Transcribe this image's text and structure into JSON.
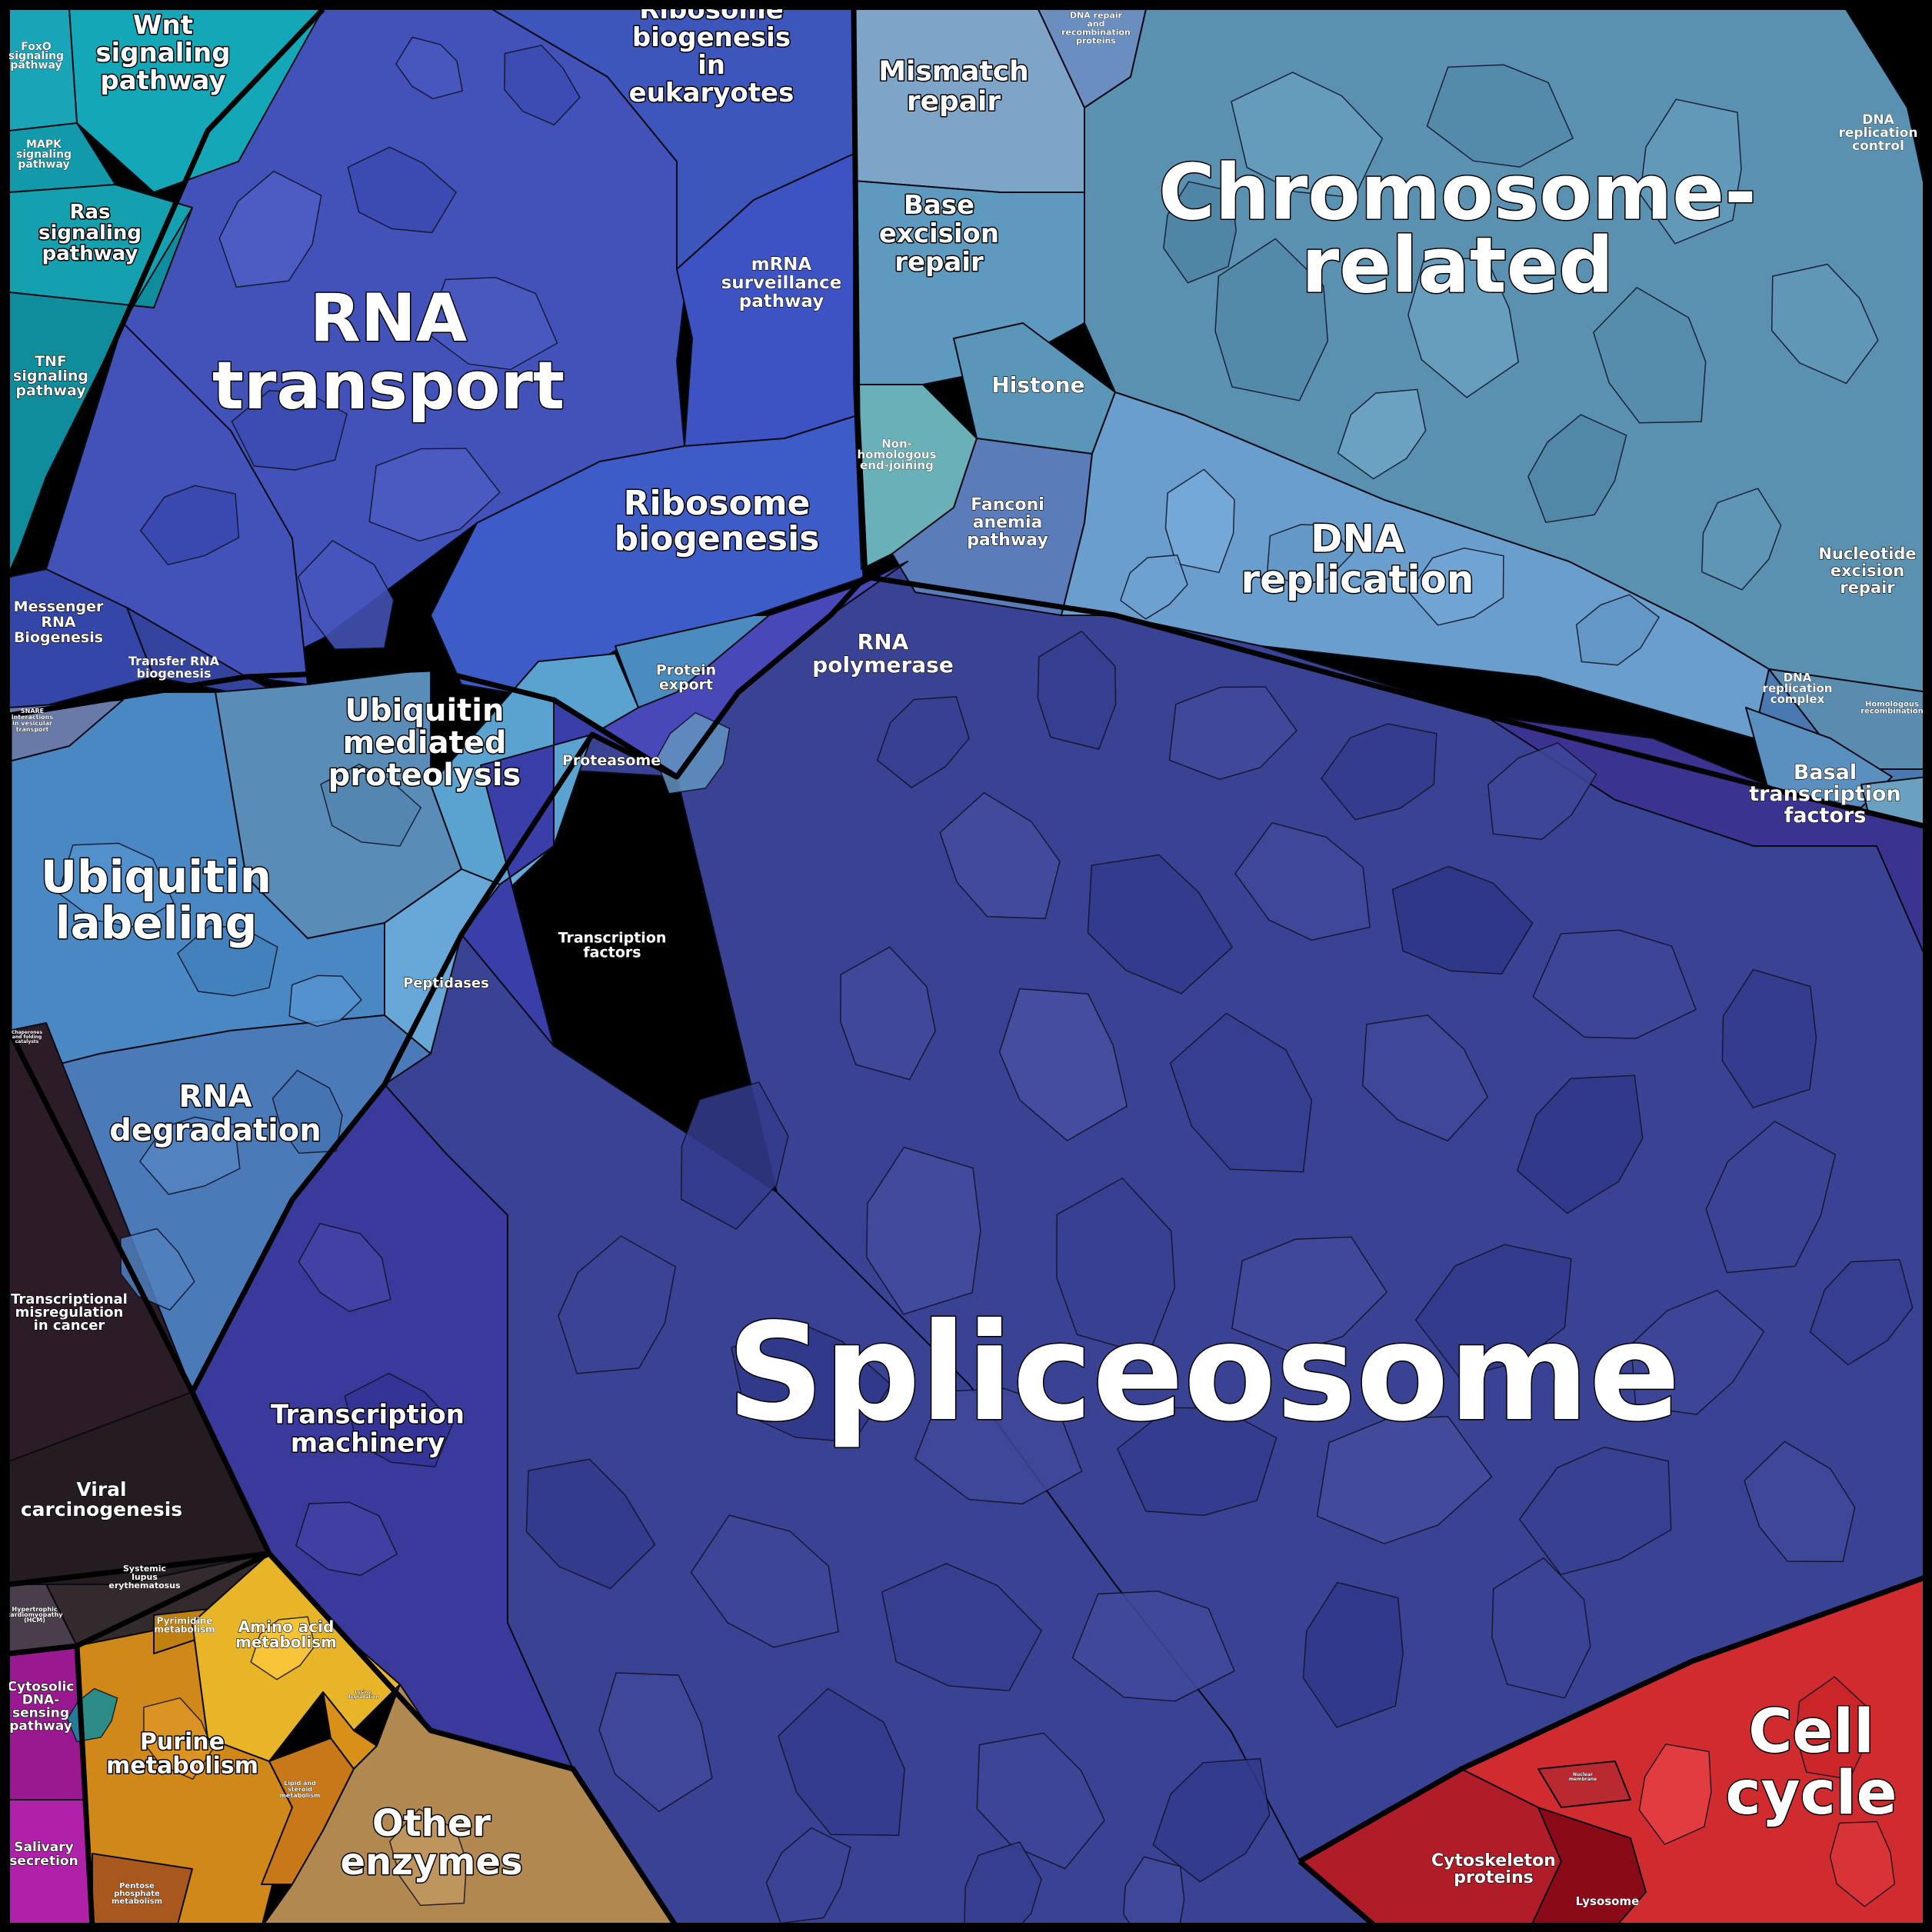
{
  "colors": {
    "spliceosome": "#3a4294",
    "rna_transport": "#4252b8",
    "ribosome_biogenesis_euk": "#3c56bc",
    "mrna_surveillance": "#3d53c4",
    "ribosome_biogenesis": "#3e5cc8",
    "messenger_rna": "#3446a8",
    "transfer_rna": "#34439e",
    "wnt": "#13a7b8",
    "foxo": "#1aa4b8",
    "mapk": "#129aaa",
    "ras": "#15a0b0",
    "tnf": "#0f8d9c",
    "chromosome": "#5a90b0",
    "mismatch": "#7ea4c8",
    "dna_repair_recomb": "#6a8ec0",
    "base_excision": "#5e9ac0",
    "histone": "#5a96b8",
    "nonhomologous": "#6ab0b8",
    "fanconi": "#5a7cb8",
    "dna_replication": "#6a9ecc",
    "dna_replication_control": "#5a8cb0",
    "nucleotide_excision": "#4a78b0",
    "dna_replication_complex": "#5a90c0",
    "homologous": "#6aa0c0",
    "rna_polymerase": "#4848b8",
    "protein_export": "#4a8cc0",
    "proteasome": "#5aa2d0",
    "ubiquitin_mediated": "#5a8cb8",
    "ubiquitin_labeling": "#4a88c4",
    "snare": "#6a7aa8",
    "peptidases": "#68a8d8",
    "rna_degradation": "#4a7ab8",
    "transcription_factors": "#3a3ea8",
    "transcription_machinery": "#3a3a9c",
    "basal_transcription": "#3a3490",
    "transcriptional_misreg": "#2c1c28",
    "viral_carcino": "#241c20",
    "systemic_lupus": "#322a2c",
    "hcm": "#4a3e4c",
    "cytosolic_dna": "#9a1890",
    "salivary": "#b020a8",
    "purine": "#d08818",
    "pyrimidine": "#c08010",
    "amino_acid": "#e8b428",
    "lysine": "#d89018",
    "lipid_steroid": "#c87818",
    "pentose": "#a8581c",
    "other_enzymes": "#b08850",
    "cell_cycle": "#d02c30",
    "cytoskeleton": "#b01c28",
    "lysosome": "#8a0a18",
    "nuclear_membrane": "#b82a30"
  },
  "labels": {
    "spliceosome": "Spliceosome",
    "chromosome_related": [
      "Chromosome-",
      "related"
    ],
    "rna_transport": [
      "RNA",
      "transport"
    ],
    "ribosome_biogenesis_euk": [
      "Ribosome",
      "biogenesis",
      "in",
      "eukaryotes"
    ],
    "mrna_surveillance": [
      "mRNA",
      "surveillance",
      "pathway"
    ],
    "ribosome_biogenesis": [
      "Ribosome",
      "biogenesis"
    ],
    "messenger_rna": [
      "Messenger",
      "RNA",
      "Biogenesis"
    ],
    "transfer_rna": [
      "Transfer RNA",
      "biogenesis"
    ],
    "wnt": [
      "Wnt",
      "signaling",
      "pathway"
    ],
    "foxo": [
      "FoxO",
      "signaling",
      "pathway"
    ],
    "mapk": [
      "MAPK",
      "signaling",
      "pathway"
    ],
    "ras": [
      "Ras",
      "signaling",
      "pathway"
    ],
    "tnf": [
      "TNF",
      "signaling",
      "pathway"
    ],
    "mismatch": [
      "Mismatch",
      "repair"
    ],
    "dna_repair_recomb": [
      "DNA repair",
      "and",
      "recombination",
      "proteins"
    ],
    "base_excision": [
      "Base",
      "excision",
      "repair"
    ],
    "histone": "Histone",
    "nonhomologous": [
      "Non-",
      "homologous",
      "end-joining"
    ],
    "fanconi": [
      "Fanconi",
      "anemia",
      "pathway"
    ],
    "dna_replication": [
      "DNA",
      "replication"
    ],
    "dna_replication_control": [
      "DNA",
      "replication",
      "control"
    ],
    "nucleotide_excision": [
      "Nucleotide",
      "excision",
      "repair"
    ],
    "dna_replication_complex": [
      "DNA",
      "replication",
      "complex"
    ],
    "homologous": [
      "Homologous",
      "recombination"
    ],
    "rna_polymerase": [
      "RNA",
      "polymerase"
    ],
    "protein_export": [
      "Protein",
      "export"
    ],
    "proteasome": "Proteasome",
    "ubiquitin_mediated": [
      "Ubiquitin",
      "mediated",
      "proteolysis"
    ],
    "ubiquitin_labeling": [
      "Ubiquitin",
      "labeling"
    ],
    "snare": [
      "SNARE",
      "interactions",
      "in vesicular",
      "transport"
    ],
    "chaperones": [
      "Chaperones",
      "and folding",
      "catalysts"
    ],
    "peptidases": "Peptidases",
    "rna_degradation": [
      "RNA",
      "degradation"
    ],
    "transcription_factors": [
      "Transcription",
      "factors"
    ],
    "transcription_machinery": [
      "Transcription",
      "machinery"
    ],
    "basal_transcription": [
      "Basal",
      "transcription",
      "factors"
    ],
    "transcriptional_misreg": [
      "Transcriptional",
      "misregulation",
      "in cancer"
    ],
    "viral_carcino": [
      "Viral",
      "carcinogenesis"
    ],
    "systemic_lupus": [
      "Systemic",
      "lupus",
      "erythematosus"
    ],
    "hcm": [
      "Hypertrophic",
      "cardiomyopathy",
      "(HCM)"
    ],
    "cytosolic_dna": [
      "Cytosolic",
      "DNA-",
      "sensing",
      "pathway"
    ],
    "salivary": [
      "Salivary",
      "secretion"
    ],
    "purine": [
      "Purine",
      "metabolism"
    ],
    "pyrimidine": [
      "Pyrimidine",
      "metabolism"
    ],
    "amino_acid": [
      "Amino acid",
      "metabolism"
    ],
    "lysine": [
      "Lysine",
      "degradation"
    ],
    "lipid_steroid": [
      "Lipid and",
      "steroid",
      "metabolism"
    ],
    "pentose": [
      "Pentose",
      "phosphate",
      "metabolism"
    ],
    "other_enzymes": [
      "Other",
      "enzymes"
    ],
    "cell_cycle": [
      "Cell",
      "cycle"
    ],
    "cytoskeleton": [
      "Cytoskeleton",
      "proteins"
    ],
    "lysosome": "Lysosome",
    "nuclear_membrane": [
      "Nuclear",
      "membrane"
    ]
  }
}
